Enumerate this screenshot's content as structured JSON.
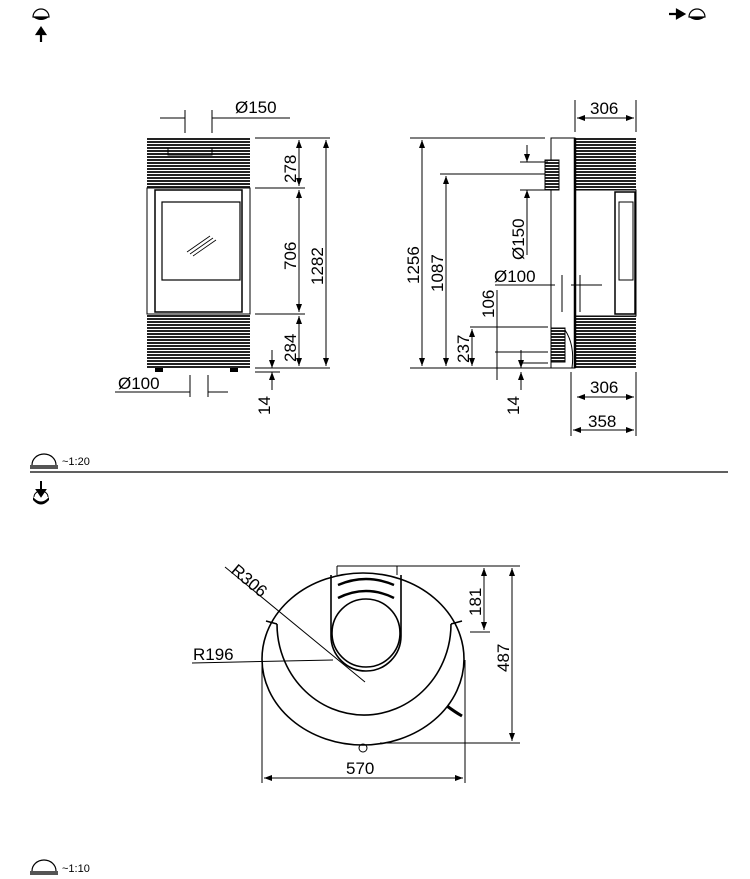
{
  "icons": {
    "top_left": "flue-top-outlet-icon",
    "top_right": "flue-rear-outlet-icon",
    "scale": "scale-ruler-icon",
    "top_view": "top-view-arrow-icon"
  },
  "views": {
    "scale_elevation": "~1:20",
    "scale_plan": "~1:10",
    "front": {
      "flue_top": "Ø150",
      "top_band": "278",
      "door": "706",
      "total_height": "1282",
      "bottom_band": "284",
      "feet": "14",
      "air_inlet": "Ø100"
    },
    "side": {
      "top_depth": "306",
      "height_1256": "1256",
      "height_1087": "1087",
      "flue_rear": "Ø150",
      "air_inlet": "Ø100",
      "dim_106": "106",
      "dim_237": "237",
      "feet": "14",
      "bottom_depth": "306",
      "total_depth": "358"
    },
    "plan": {
      "outer_radius": "R306",
      "inner_radius": "R196",
      "flue_depth": "181",
      "depth": "487",
      "width": "570"
    }
  }
}
